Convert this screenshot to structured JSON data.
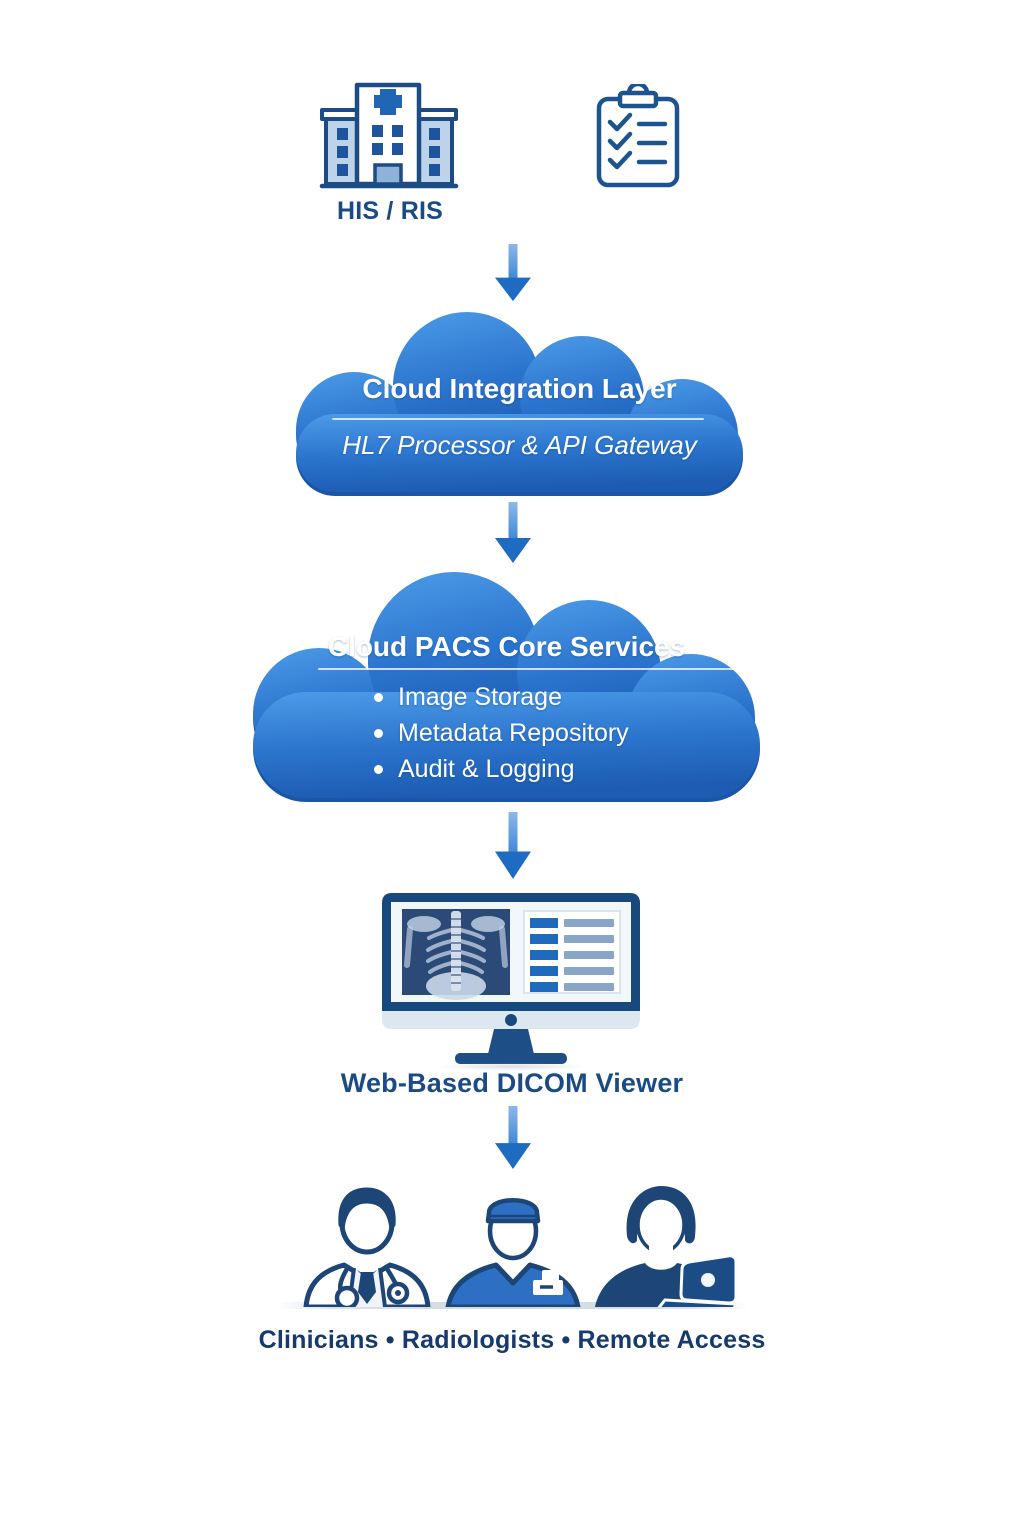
{
  "source": {
    "label": "HIS / RIS",
    "icons": {
      "hospital": "hospital-building-icon",
      "worklist": "checklist-clipboard-icon"
    }
  },
  "integration_cloud": {
    "title": "Cloud Integration Layer",
    "subtitle": "HL7 Processor & API Gateway"
  },
  "core_cloud": {
    "title": "Cloud PACS Core Services",
    "services": [
      "Image Storage",
      "Metadata Repository",
      "Audit & Logging"
    ]
  },
  "viewer": {
    "label": "Web-Based DICOM Viewer",
    "icon": "dicom-monitor-icon"
  },
  "users": {
    "label": "Clinicians • Radiologists • Remote Access",
    "icons": [
      "doctor-clinician-icon",
      "radiologist-scrubs-icon",
      "remote-user-laptop-icon"
    ]
  },
  "colors": {
    "cloud_gradient_top": "#4c9ae8",
    "cloud_gradient_bottom": "#1d5cb2",
    "navy_outline": "#1d4576",
    "label_text": "#1b4b84",
    "arrow_head": "#1e6cc2",
    "scrub_blue": "#2d6fc2",
    "hospital_wing_fill": "#bdd3ea"
  }
}
